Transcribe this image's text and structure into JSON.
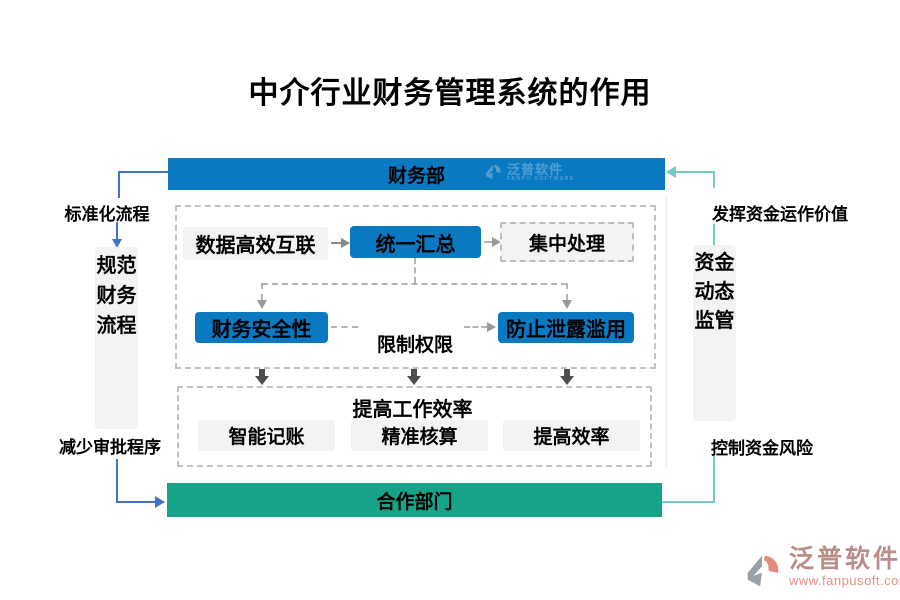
{
  "title": "中介行业财务管理系统的作用",
  "top_bar": {
    "label": "财务部"
  },
  "bottom_bar": {
    "label": "合作部门"
  },
  "left_flow": {
    "top_label": "标准化流程",
    "box_text": "规范财务流程",
    "bottom_label": "减少审批程序"
  },
  "right_flow": {
    "top_label": "发挥资金运作价值",
    "box_text": "资金动态监管",
    "bottom_label": "控制资金风险"
  },
  "process": {
    "row1": [
      "数据高效互联",
      "统一汇总",
      "集中处理"
    ],
    "row2": {
      "left": "财务安全性",
      "middle": "限制权限",
      "right": "防止泄露滥用"
    },
    "efficiency": {
      "title": "提高工作效率",
      "items": [
        "智能记账",
        "精准核算",
        "提高效率"
      ]
    }
  },
  "watermark": {
    "text": "泛普软件",
    "subtext": "FANPU SOFTWARE"
  },
  "footer_logo": {
    "name": "泛普软件",
    "url": "www.fanpusoft.com"
  },
  "colors": {
    "primary_blue": "#0b79c1",
    "green": "#17a387",
    "teal_connector": "#74cac5",
    "blue_connector": "#4472c4",
    "light_gray_box": "#f3f3f3",
    "dashed_gray": "#b3b3b3",
    "logo_salmon": "#e9907e",
    "logo_gray": "#9aa0a8"
  }
}
